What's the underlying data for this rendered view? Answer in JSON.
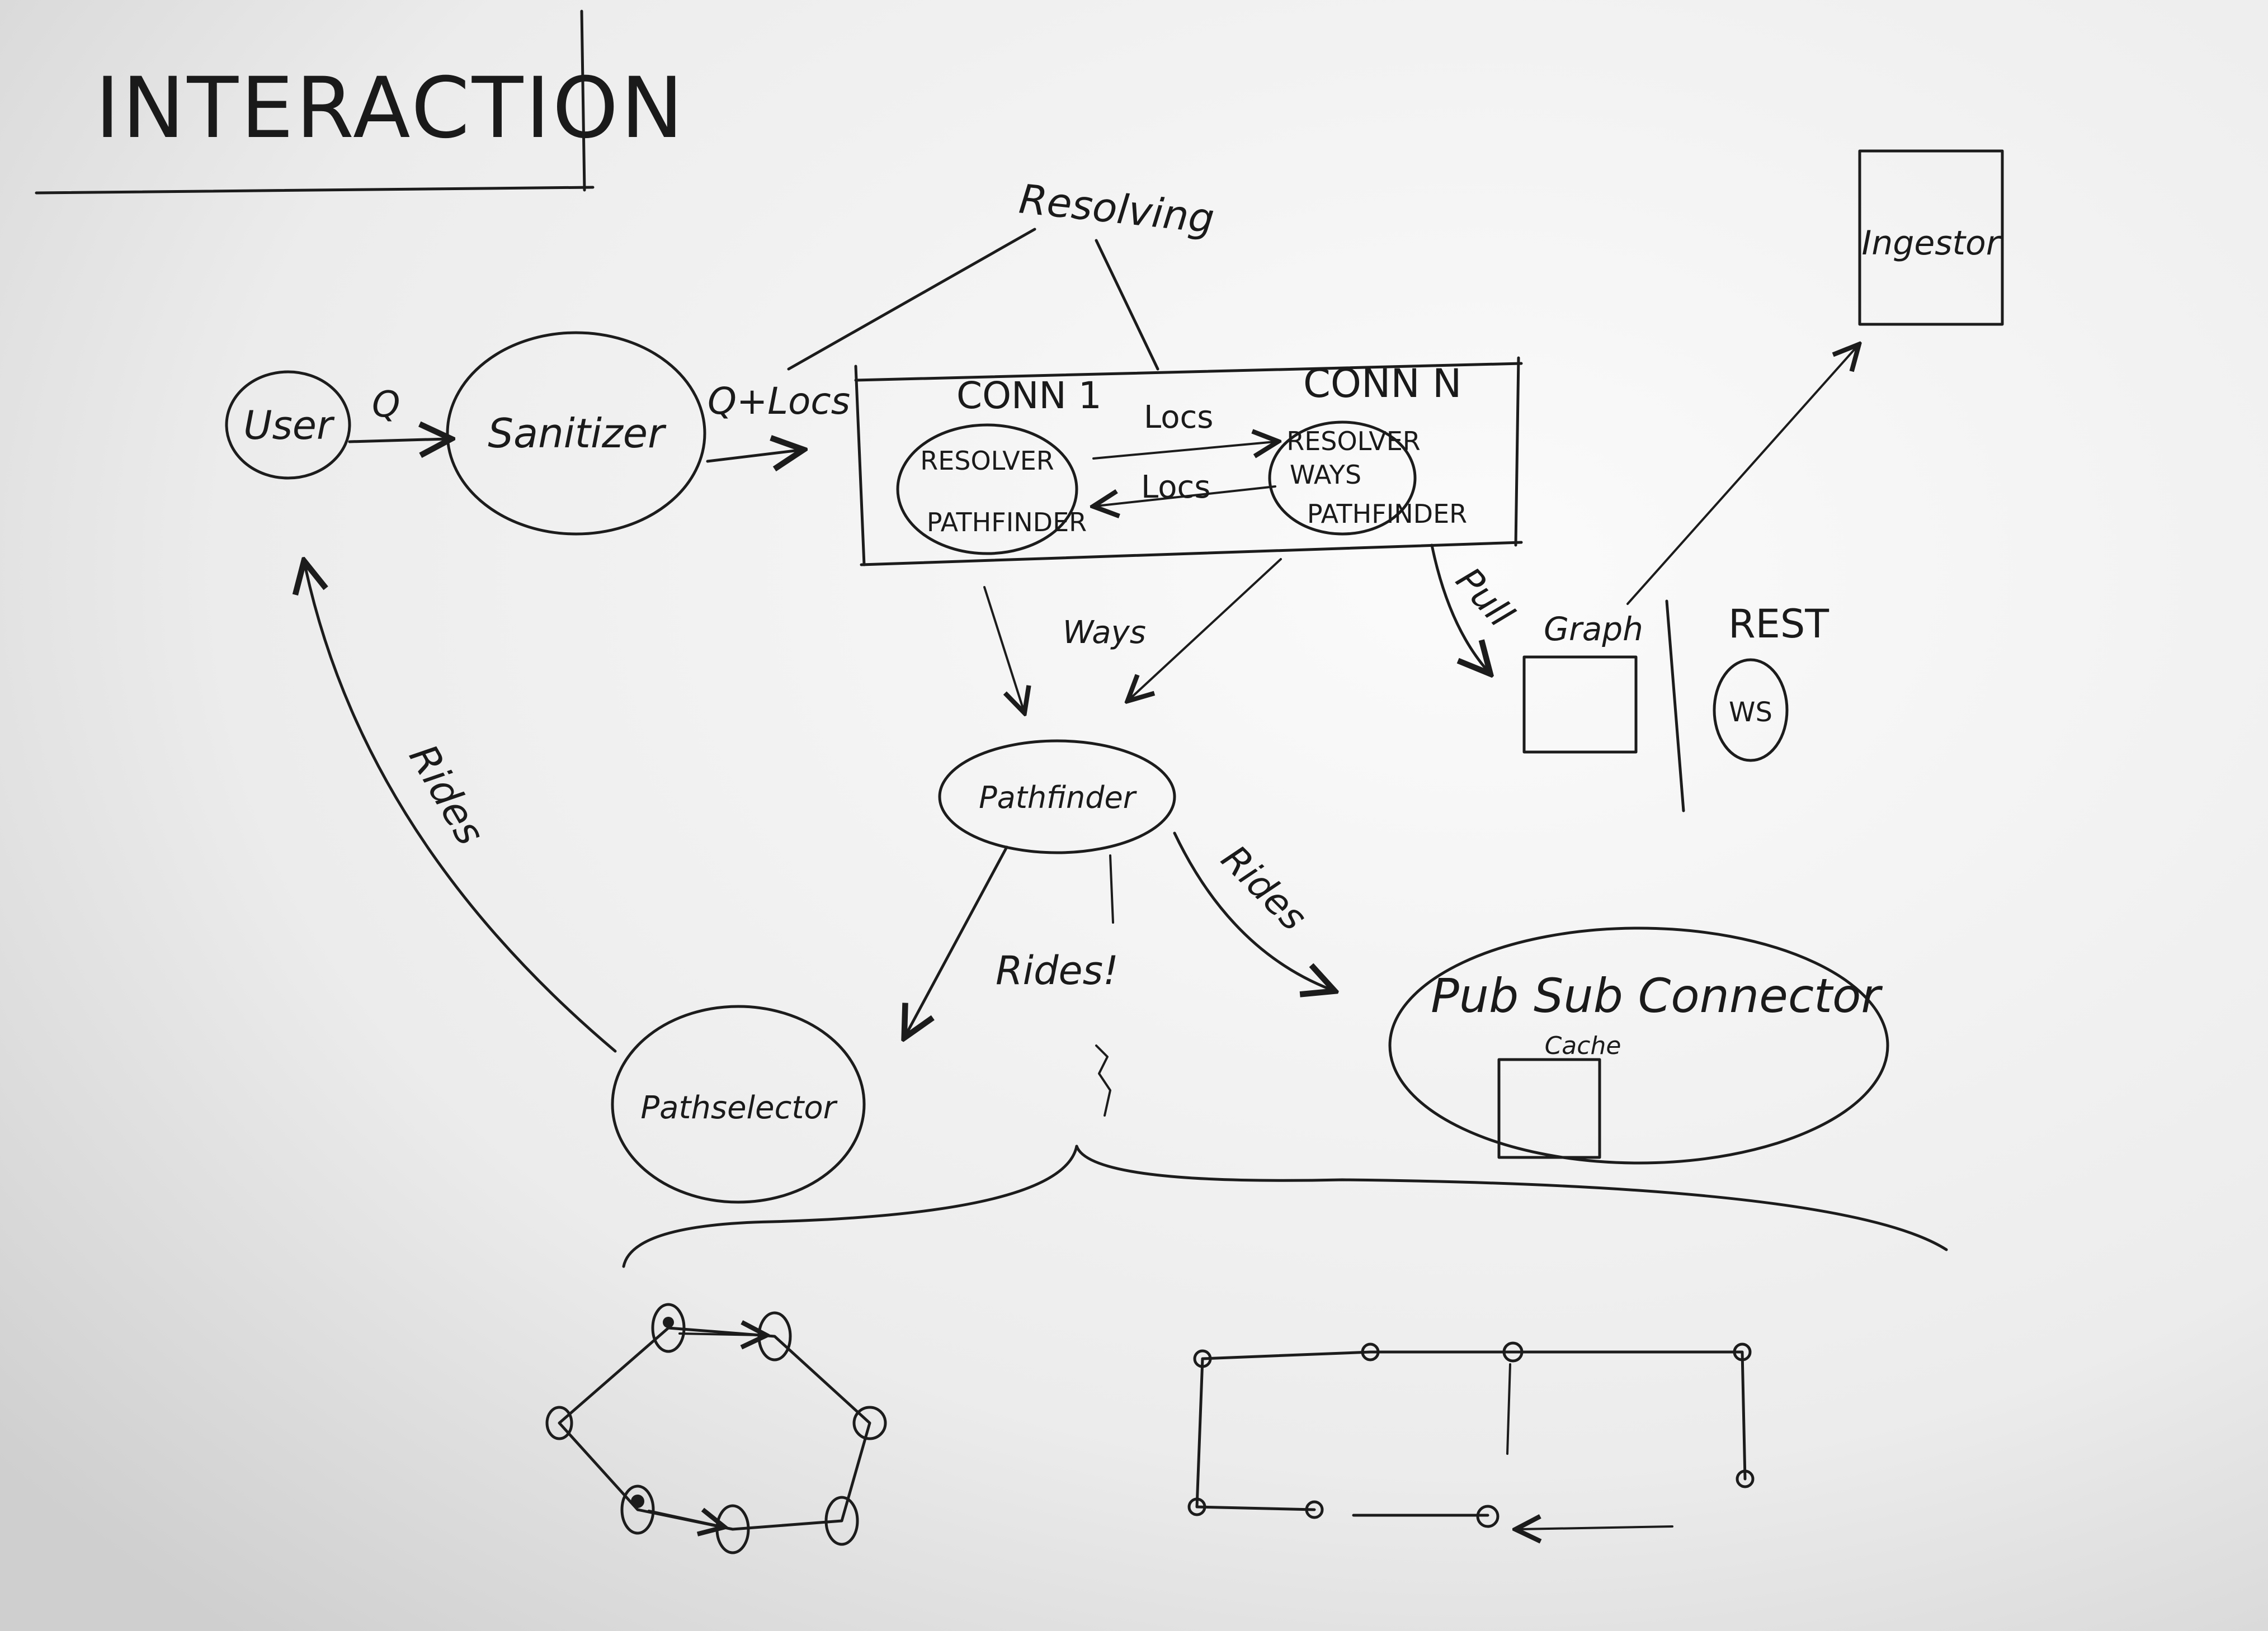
{
  "title": "INTERACTION",
  "nodes": {
    "user": "User",
    "sanitizer": "Sanitizer",
    "resolving": "Resolving",
    "conn1": "CONN 1",
    "conn1_line1": "RESOLVER",
    "conn1_line2": "PATHFINDER",
    "connN": "CONN N",
    "connN_line1": "RESOLVER",
    "connN_line2": "WAYS",
    "connN_line3": "PATHFINDER",
    "graph": "Graph",
    "rest": "REST",
    "ws": "WS",
    "ingestor": "Ingestor",
    "pathfinder": "Pathfinder",
    "pathselector": "Pathselector",
    "pubsub": "Pub Sub Connector",
    "cache": "Cache"
  },
  "edges": {
    "q": "Q",
    "q_locs": "Q+Locs",
    "locs_fwd": "Locs",
    "locs_back": "Locs",
    "pull": "Pull",
    "ways": "Ways",
    "rides_left": "Rides!",
    "rides_right": "Rides",
    "rides_up": "Rides"
  }
}
